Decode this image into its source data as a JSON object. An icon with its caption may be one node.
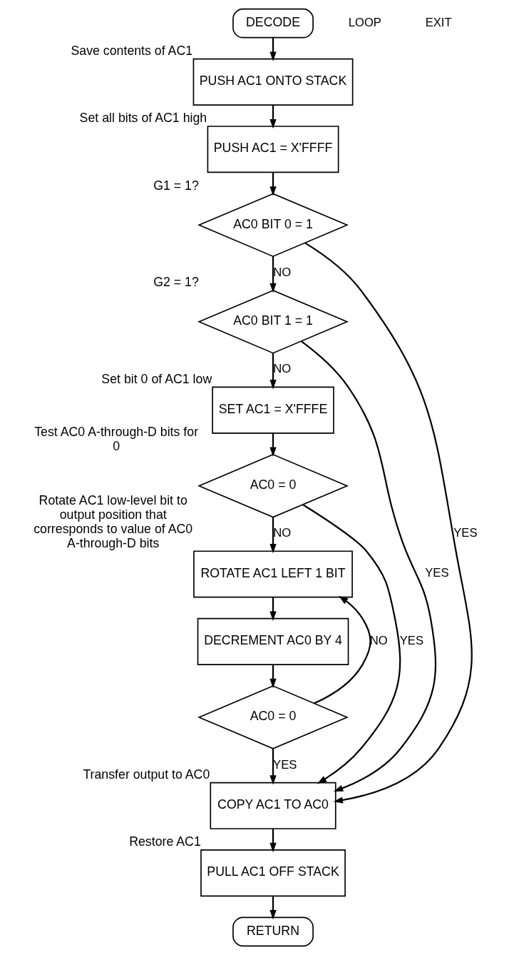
{
  "diagram": {
    "nodes": [
      {
        "text": [
          "DECODE"
        ]
      },
      {
        "text": [
          "PUSH AC1 ONTO STACK"
        ],
        "beside": [
          "Save contents of AC1"
        ]
      },
      {
        "text": [
          "PUSH AC1 = X'FFFF"
        ],
        "beside": [
          "Set all bits of AC1 high"
        ]
      },
      {
        "text": [
          "AC0 BIT 0 = 1"
        ],
        "beside": [
          "G1 = 1?"
        ]
      },
      {
        "text": [
          "AC0 BIT 1 = 1"
        ],
        "beside": [
          "G2 = 1?"
        ]
      },
      {
        "text": [
          "SET AC1 = X'FFFE"
        ],
        "beside": [
          "Set bit 0 of AC1 low"
        ]
      },
      {
        "text": [
          "AC0 = 0"
        ],
        "beside": [
          "Test AC0 A-through-D bits for 0"
        ]
      },
      {
        "text": [
          "ROTATE AC1 LEFT 1 BIT"
        ],
        "beside": [
          "Rotate AC1 low-level bit to output position that corresponds to value of AC0 A-through-D bits"
        ]
      },
      {
        "text": [
          "DECREMENT AC0 BY 4"
        ]
      },
      {
        "text": [
          "AC0 = 0"
        ]
      },
      {
        "text": [
          "COPY AC1 TO AC0"
        ],
        "beside": [
          "Transfer output to AC0"
        ]
      },
      {
        "text": [
          "PULL AC1 OFF STACK"
        ],
        "beside": [
          "Restore AC1"
        ]
      },
      {
        "text": [
          "RETURN"
        ]
      }
    ],
    "edges": [
      {
        "from": 0,
        "to": 1,
        "arrow": "to"
      },
      {
        "from": 1,
        "to": 2,
        "arrow": "to"
      },
      {
        "from": 2,
        "to": 3,
        "arrow": "to"
      },
      {
        "from": 3,
        "to": 4,
        "arrow": "to",
        "label": "NO"
      },
      {
        "from": 4,
        "to": 5,
        "arrow": "to",
        "label": "NO"
      },
      {
        "from": 5,
        "to": 6,
        "arrow": "to"
      },
      {
        "from": 6,
        "to": 7,
        "arrow": "to",
        "label": "NO"
      },
      {
        "from": 7,
        "to": 8,
        "arrow": "to"
      },
      {
        "from": 8,
        "to": 9,
        "arrow": "to"
      },
      {
        "from": 9,
        "to": 7,
        "arrow": "to",
        "label": "NO"
      },
      {
        "from": 9,
        "to": 10,
        "arrow": "to",
        "label": "YES"
      },
      {
        "from": 3,
        "to": 10,
        "arrow": "to",
        "label": "YES"
      },
      {
        "from": 4,
        "to": 10,
        "arrow": "to",
        "label": "YES"
      },
      {
        "from": 6,
        "to": 10,
        "arrow": "to",
        "label": "YES"
      },
      {
        "from": 10,
        "to": 11,
        "arrow": "to"
      },
      {
        "from": 11,
        "to": 12,
        "arrow": "to"
      }
    ],
    "labels": [
      "LOOP",
      "EXIT"
    ]
  }
}
